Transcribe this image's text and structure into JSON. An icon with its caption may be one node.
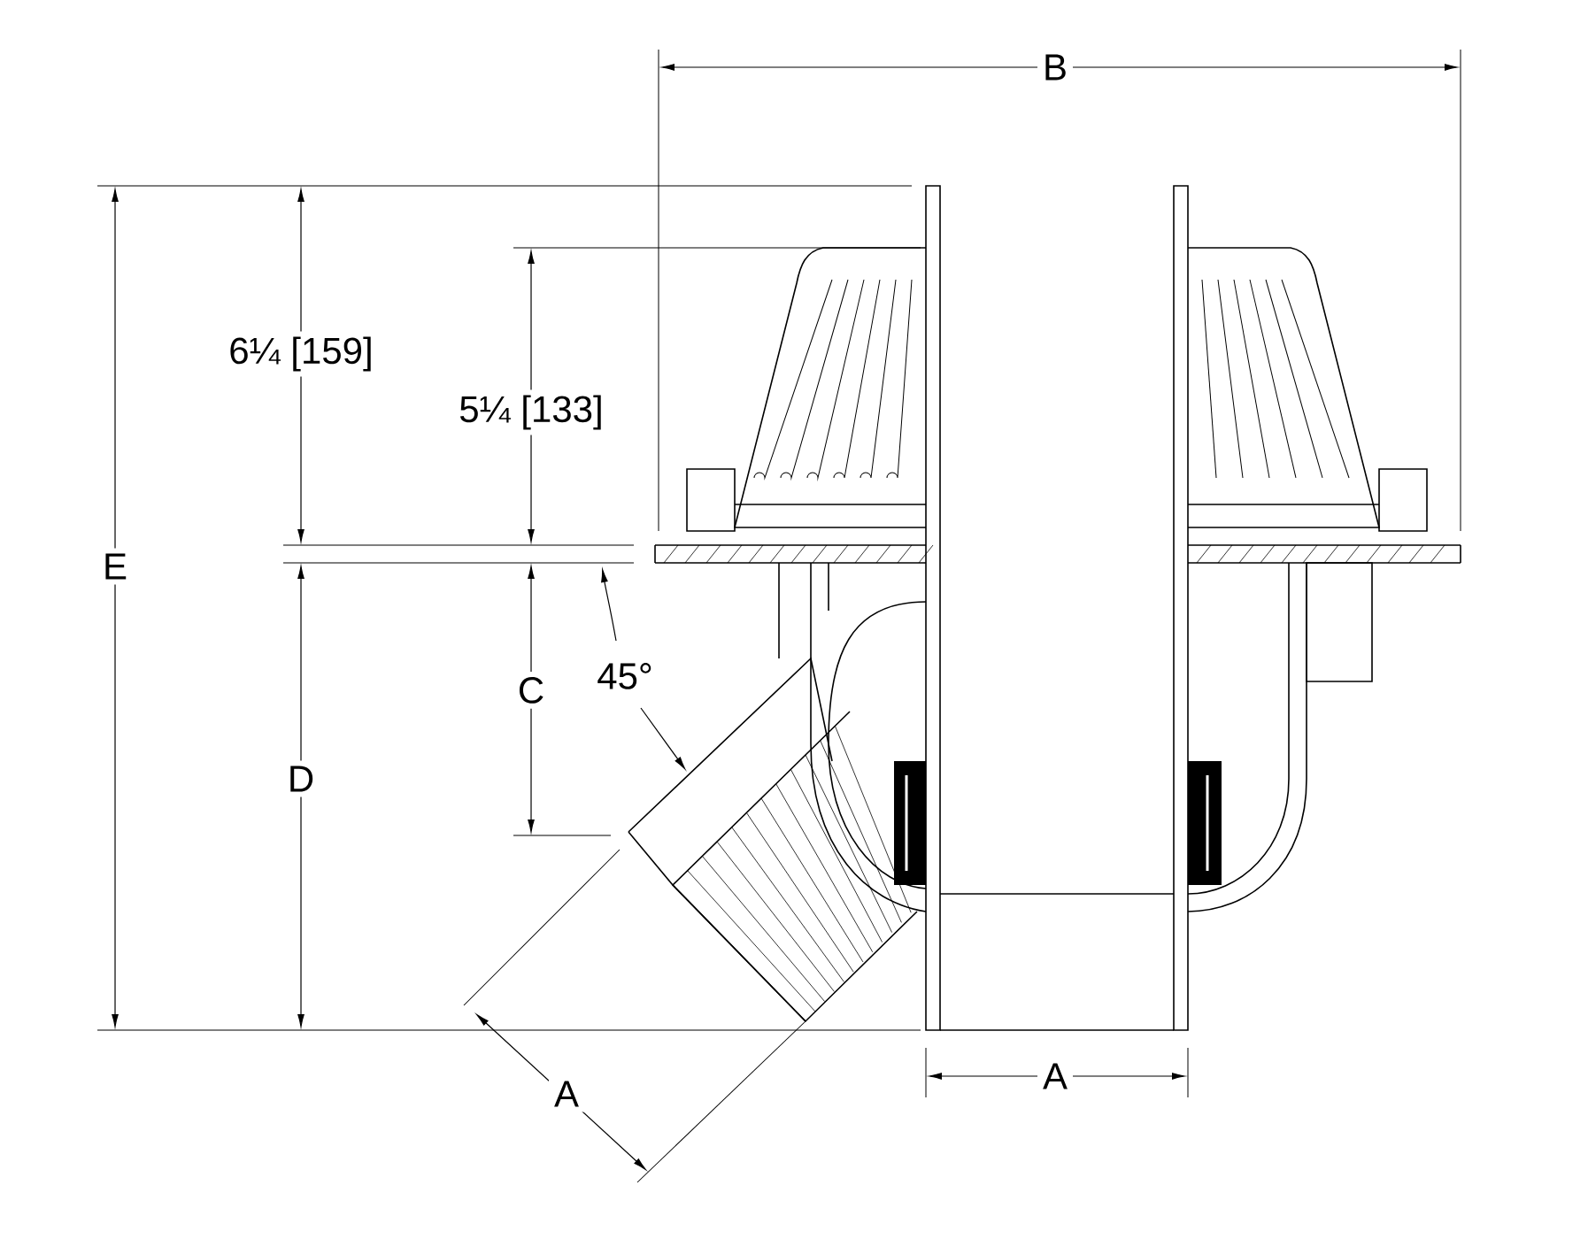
{
  "diagram": {
    "labels": [
      "B",
      "6¼ [159]",
      "5¼ [133]",
      "E",
      "C",
      "45°",
      "D",
      "A",
      "A"
    ]
  }
}
